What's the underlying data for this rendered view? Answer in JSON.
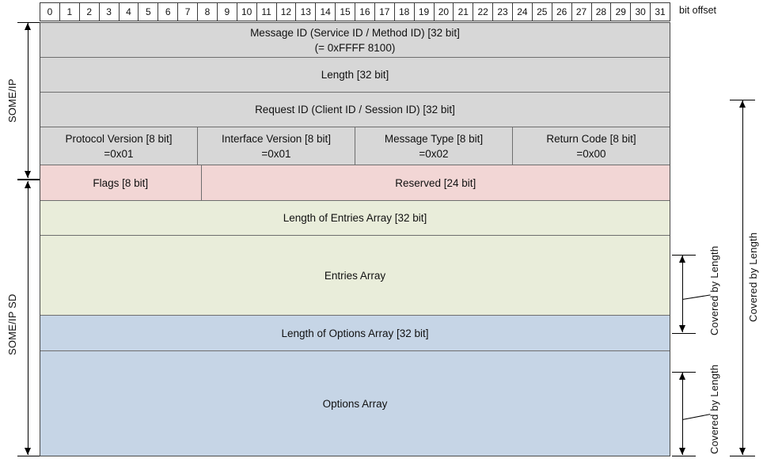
{
  "header": {
    "bit_offsets": [
      "0",
      "1",
      "2",
      "3",
      "4",
      "5",
      "6",
      "7",
      "8",
      "9",
      "10",
      "11",
      "12",
      "13",
      "14",
      "15",
      "16",
      "17",
      "18",
      "19",
      "20",
      "21",
      "22",
      "23",
      "24",
      "25",
      "26",
      "27",
      "28",
      "29",
      "30",
      "31"
    ],
    "bit_offset_label": "bit offset"
  },
  "protocol_sections": [
    {
      "name": "SOME/IP",
      "label": "SOME/IP"
    },
    {
      "name": "SOME/IP SD",
      "label": "SOME/IP SD"
    }
  ],
  "rows": [
    {
      "id": "message-id",
      "color": "gray",
      "cells": [
        {
          "title": "Message ID (Service ID / Method ID) [32 bit]",
          "sub": "(= 0xFFFF 8100)",
          "bits": 32
        }
      ]
    },
    {
      "id": "length",
      "color": "gray",
      "cells": [
        {
          "title": "Length [32 bit]",
          "sub": "",
          "bits": 32
        }
      ]
    },
    {
      "id": "request-id",
      "color": "gray",
      "cells": [
        {
          "title": "Request ID (Client ID / Session ID) [32 bit]",
          "sub": "",
          "bits": 32
        }
      ]
    },
    {
      "id": "version-type-return",
      "color": "gray",
      "cells": [
        {
          "title": "Protocol Version [8 bit]",
          "sub": "=0x01",
          "bits": 8
        },
        {
          "title": "Interface Version [8 bit]",
          "sub": "=0x01",
          "bits": 8
        },
        {
          "title": "Message Type [8 bit]",
          "sub": "=0x02",
          "bits": 8
        },
        {
          "title": "Return Code [8 bit]",
          "sub": "=0x00",
          "bits": 8
        }
      ]
    },
    {
      "id": "flags-reserved",
      "color": "pink",
      "cells": [
        {
          "title": "Flags [8 bit]",
          "sub": "",
          "bits": 8
        },
        {
          "title": "Reserved [24 bit]",
          "sub": "",
          "bits": 24
        }
      ]
    },
    {
      "id": "length-of-entries-array",
      "color": "green",
      "cells": [
        {
          "title": "Length of Entries Array  [32 bit]",
          "sub": "",
          "bits": 32
        }
      ]
    },
    {
      "id": "entries-array",
      "color": "green",
      "cells": [
        {
          "title": "Entries Array",
          "sub": "",
          "bits": 32
        }
      ]
    },
    {
      "id": "length-of-options-array",
      "color": "blue",
      "cells": [
        {
          "title": "Length of Options Array  [32 bit]",
          "sub": "",
          "bits": 32
        }
      ]
    },
    {
      "id": "options-array",
      "color": "blue",
      "cells": [
        {
          "title": "Options Array",
          "sub": "",
          "bits": 32
        }
      ]
    }
  ],
  "annotations": {
    "covered_by_length_entries": "Covered by Length",
    "covered_by_length_options": "Covered by Length",
    "covered_by_length_total": "Covered by Length"
  },
  "colors": {
    "gray": "#d7d7d7",
    "pink": "#f2d6d5",
    "green": "#e9edda",
    "blue": "#c6d5e6",
    "border": "#6e6e6e",
    "outline": "#4a4a4a",
    "text": "#111111"
  }
}
